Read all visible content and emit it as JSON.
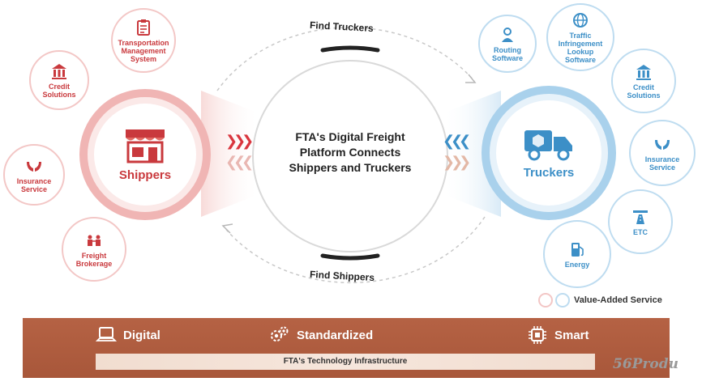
{
  "center": {
    "title": "FTA's Digital Freight\nPlatform Connects\nShippers and Truckers",
    "find_truckers": "Find Truckers",
    "find_shippers": "Find Shippers"
  },
  "shippers": {
    "label": "Shippers",
    "services": [
      {
        "label": "Transportation\nManagement\nSystem",
        "icon": "clipboard-icon"
      },
      {
        "label": "Credit\nSolutions",
        "icon": "bank-icon"
      },
      {
        "label": "Insurance\nService",
        "icon": "hands-icon"
      },
      {
        "label": "Freight\nBrokerage",
        "icon": "brokerage-icon"
      }
    ]
  },
  "truckers": {
    "label": "Truckers",
    "services": [
      {
        "label": "Routing\nSoftware",
        "icon": "routing-icon"
      },
      {
        "label": "Traffic\nInfringement\nLookup\nSoftware",
        "icon": "globe-icon"
      },
      {
        "label": "Credit\nSolutions",
        "icon": "bank-icon"
      },
      {
        "label": "Insurance\nService",
        "icon": "hands-icon"
      },
      {
        "label": "ETC",
        "icon": "highway-icon"
      },
      {
        "label": "Energy",
        "icon": "fuel-pump-icon"
      }
    ]
  },
  "legend": {
    "label": "Value-Added Service"
  },
  "infrastructure": {
    "items": [
      "Digital",
      "Standardized",
      "Smart"
    ],
    "banner": "FTA's Technology Infrastructure"
  },
  "watermark": "56Produ",
  "colors": {
    "shipper_red": "#c9393d",
    "trucker_blue": "#3c8fc7",
    "bar_brown": "#aa593b"
  }
}
